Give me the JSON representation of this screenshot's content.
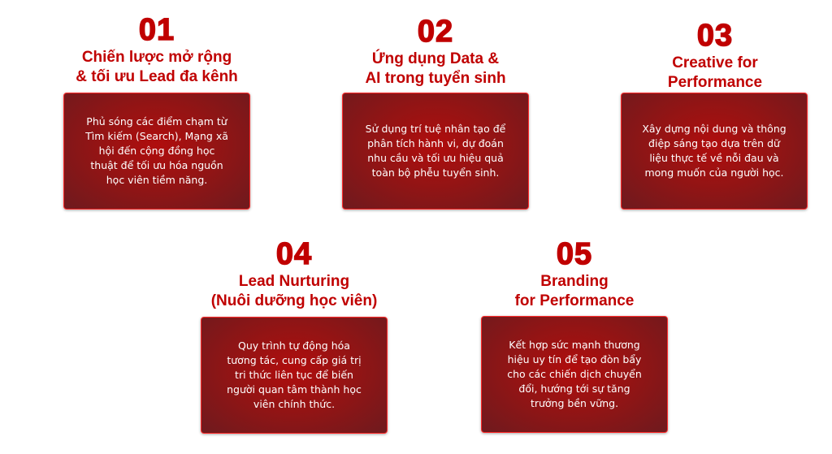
{
  "items": [
    {
      "number": "01",
      "heading": [
        "Chiến lược mở rộng",
        "& tối ưu Lead đa kênh"
      ],
      "body": [
        "Phủ sóng các điểm chạm từ",
        "Tìm kiếm (Search), Mạng xã",
        "hội đến cộng đồng học",
        "thuật để tối ưu hóa nguồn",
        "học viên tiềm năng."
      ]
    },
    {
      "number": "02",
      "heading": [
        "Ứng dụng Data &",
        "AI trong tuyển sinh"
      ],
      "body": [
        "Sử dụng trí tuệ nhân tạo để",
        "phân tích hành vi, dự đoán",
        "nhu cầu và tối ưu hiệu quả",
        "toàn bộ phễu tuyển sinh."
      ]
    },
    {
      "number": "03",
      "heading": [
        "Creative for",
        "Performance"
      ],
      "body": [
        "Xây dựng nội dung và thông",
        "điệp sáng tạo dựa trên dữ",
        "liệu thực tế về nỗi đau và",
        "mong muốn của người học."
      ]
    },
    {
      "number": "04",
      "heading": [
        "Lead Nurturing",
        "(Nuôi dưỡng học viên)"
      ],
      "body": [
        "Quy trình tự động hóa",
        "tương tác, cung cấp giá trị",
        "tri thức liên tục để biến",
        "người quan tâm thành học",
        "viên chính thức."
      ]
    },
    {
      "number": "05",
      "heading": [
        "Branding",
        "for Performance"
      ],
      "body": [
        "Kết hợp sức mạnh thương",
        "hiệu uy tín để tạo đòn bẩy",
        "cho các chiến dịch chuyển",
        "đổi, hướng tới sự tăng",
        "trưởng bền vững."
      ]
    }
  ]
}
